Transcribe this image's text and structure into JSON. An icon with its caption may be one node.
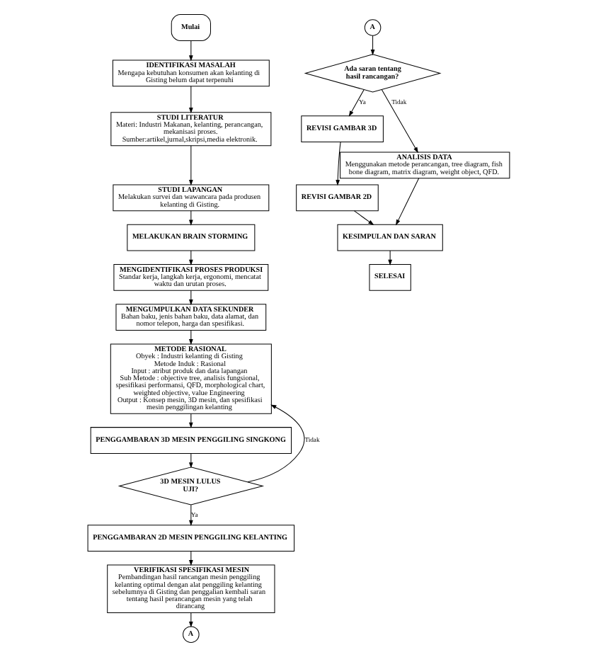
{
  "diagram": {
    "nodes": [
      {
        "text": [
          "Mulai"
        ]
      },
      {
        "text": [
          "IDENTIFIKASI MASALAH",
          "Mengapa kebutuhan konsumen akan kelanting di Gisting belum dapat terpenuhi"
        ]
      },
      {
        "text": [
          "STUDI LITERATUR",
          "Materi: Industri Makanan, kelanting, perancangan, mekanisasi proses. Sumber:artikel,jurnal,skripsi,media elektronik."
        ]
      },
      {
        "text": [
          "STUDI LAPANGAN",
          "Melakukan survei dan wawancara pada produsen kelanting di Gisting."
        ]
      },
      {
        "text": [
          "MELAKUKAN BRAIN STORMING"
        ]
      },
      {
        "text": [
          "MENGIDENTIFIKASI PROSES PRODUKSI",
          "Standar kerja, langkah kerja, ergonomi, mencatat waktu dan urutan proses."
        ]
      },
      {
        "text": [
          "MENGUMPULKAN DATA SEKUNDER",
          "Bahan baku, jenis bahan baku, data alamat, dan nomor telepon, harga dan spesifikasi."
        ]
      },
      {
        "text": [
          "METODE RASIONAL",
          "Obyek : Industri kelanting di Gisting",
          "Metode Induk : Rasional",
          "Input : atribut produk dan data lapangan",
          "Sub Metode : objective tree, analisis fungsional, spesifikasi performansi, QFD, morphological chart, weighted objective, value Engineering",
          "Output : Konsep mesin, 3D mesin, dan spesifikasi mesin penggilingan kelanting"
        ]
      },
      {
        "text": [
          "PENGGAMBARAN 3D MESIN PENGGILING SINGKONG"
        ]
      },
      {
        "text": [
          "3D MESIN LULUS UJI?"
        ]
      },
      {
        "text": [
          "PENGGAMBARAN 2D MESIN PENGGILING KELANTING"
        ]
      },
      {
        "text": [
          "VERIFIKASI SPESIFIKASI MESIN",
          "Pembandingan hasil rancangan mesin penggiling kelanting optimal dengan alat penggiling kelanting sebelumnya di Gisting dan penggalian kembali saran tentang hasil perancangan mesin yang telah dirancang"
        ]
      },
      {
        "text": [
          "A"
        ]
      },
      {
        "text": [
          "A"
        ]
      },
      {
        "text": [
          "Ada saran tentang hasil rancangan?"
        ]
      },
      {
        "text": [
          "REVISI GAMBAR 3D"
        ]
      },
      {
        "text": [
          "REVISI GAMBAR 2D"
        ]
      },
      {
        "text": [
          "ANALISIS DATA",
          "Menggunakan metode perancangan, tree diagram, fish bone diagram, matrix diagram, weight object, QFD."
        ]
      },
      {
        "text": [
          "KESIMPULAN DAN SARAN"
        ]
      },
      {
        "text": [
          "SELESAI"
        ]
      }
    ],
    "edges": [
      {
        "from": 0,
        "to": 1,
        "arrow": "to"
      },
      {
        "from": 1,
        "to": 2,
        "arrow": "to"
      },
      {
        "from": 2,
        "to": 3,
        "arrow": "to"
      },
      {
        "from": 3,
        "to": 4,
        "arrow": "to"
      },
      {
        "from": 4,
        "to": 5,
        "arrow": "to"
      },
      {
        "from": 5,
        "to": 6,
        "arrow": "to"
      },
      {
        "from": 6,
        "to": 7,
        "arrow": "to"
      },
      {
        "from": 7,
        "to": 8,
        "arrow": "to"
      },
      {
        "from": 8,
        "to": 9,
        "arrow": "to"
      },
      {
        "from": 9,
        "to": 10,
        "arrow": "to",
        "label": "Ya"
      },
      {
        "from": 9,
        "to": 7,
        "arrow": "to",
        "label": "Tidak"
      },
      {
        "from": 10,
        "to": 11,
        "arrow": "to"
      },
      {
        "from": 11,
        "to": 12,
        "arrow": "to"
      },
      {
        "from": 13,
        "to": 14,
        "arrow": "to"
      },
      {
        "from": 14,
        "to": 15,
        "arrow": "to",
        "label": "Ya"
      },
      {
        "from": 15,
        "to": 16,
        "arrow": "to"
      },
      {
        "from": 14,
        "to": 17,
        "arrow": "to",
        "label": "Tidak"
      },
      {
        "from": 17,
        "to": 18,
        "arrow": "to"
      },
      {
        "from": 16,
        "to": 18,
        "arrow": "to"
      },
      {
        "from": 18,
        "to": 19,
        "arrow": "to"
      }
    ]
  }
}
